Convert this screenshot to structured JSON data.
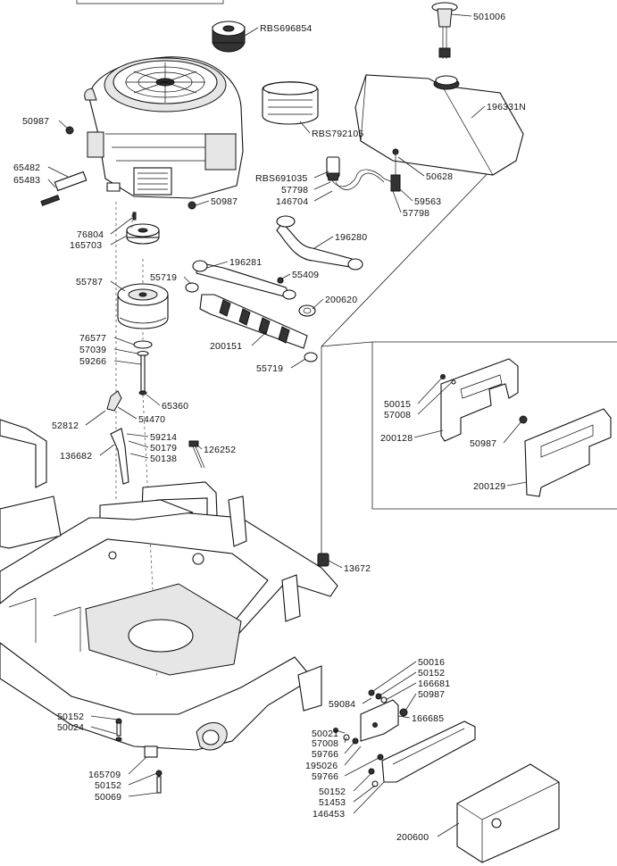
{
  "diagram": {
    "labels": [
      "501006",
      "RBS696854",
      "196331N",
      "50987",
      "RBS792105",
      "65482",
      "65483",
      "50628",
      "RBS691035",
      "57798",
      "146704",
      "59563",
      "57798",
      "50987",
      "76804",
      "165703",
      "196280",
      "196281",
      "55787",
      "55719",
      "55409",
      "200620",
      "200151",
      "55719",
      "76577",
      "57039",
      "59266",
      "65360",
      "52812",
      "54470",
      "59214",
      "50179",
      "136682",
      "50138",
      "126252",
      "50015",
      "57008",
      "200128",
      "50987",
      "200129",
      "13672",
      "50016",
      "50152",
      "166681",
      "50987",
      "59084",
      "166685",
      "50021",
      "57008",
      "59766",
      "195026",
      "59766",
      "50152",
      "51453",
      "146453",
      "50152",
      "50024",
      "165709",
      "50152",
      "50069",
      "200600"
    ]
  }
}
